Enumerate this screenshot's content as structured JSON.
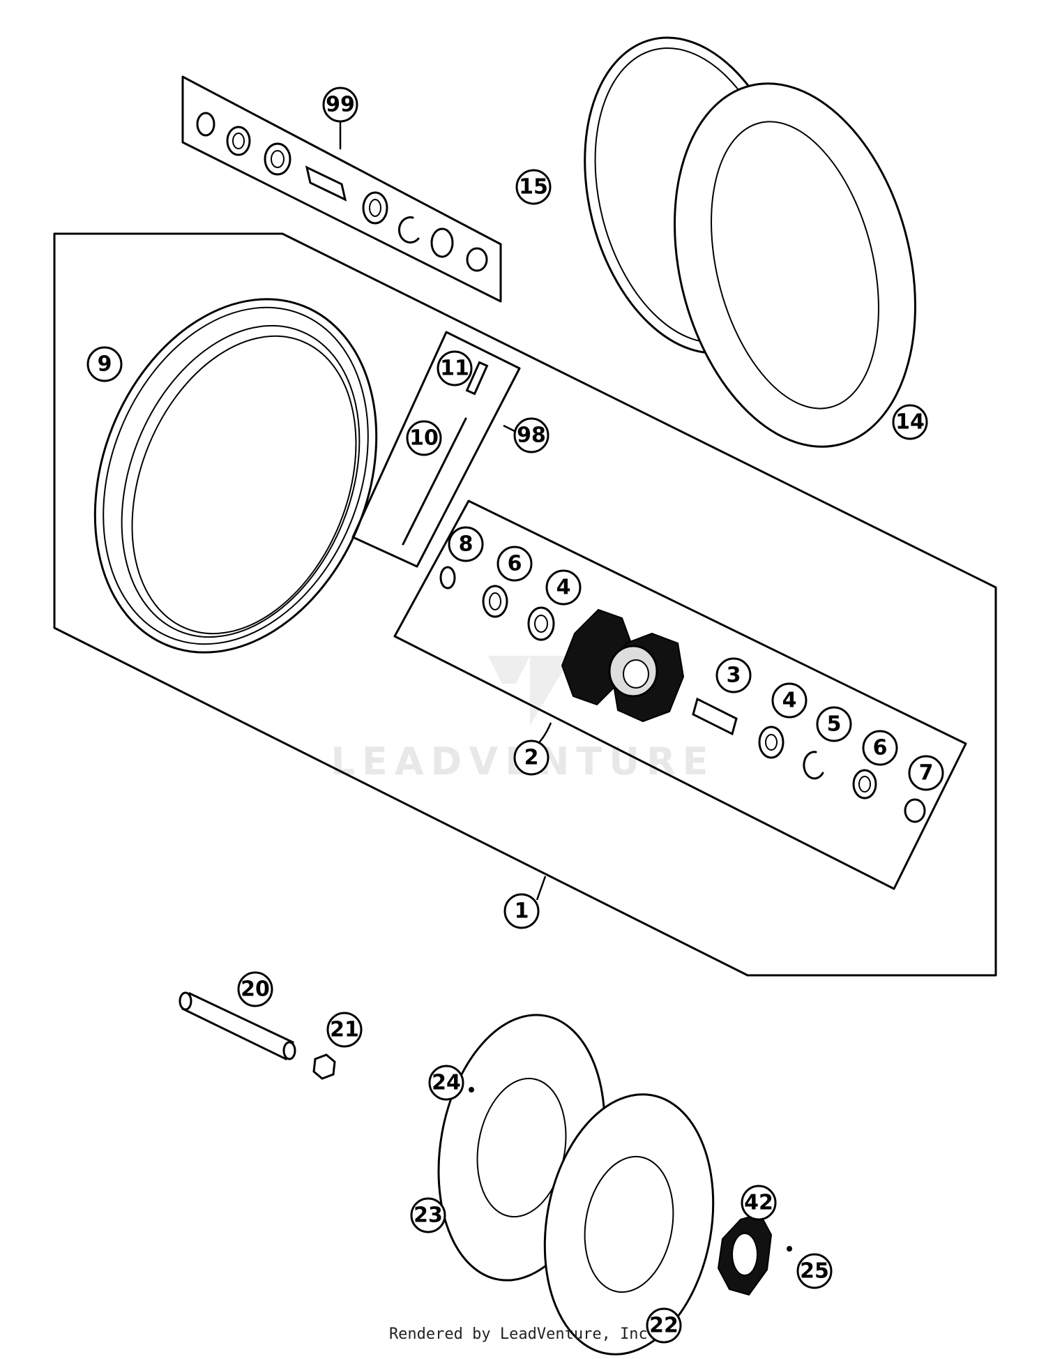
{
  "diagram": {
    "callouts": [
      {
        "id": "c99",
        "label": "99"
      },
      {
        "id": "c15",
        "label": "15"
      },
      {
        "id": "c9",
        "label": "9"
      },
      {
        "id": "c11",
        "label": "11"
      },
      {
        "id": "c98",
        "label": "98"
      },
      {
        "id": "c10",
        "label": "10"
      },
      {
        "id": "c14",
        "label": "14"
      },
      {
        "id": "c8",
        "label": "8"
      },
      {
        "id": "c6a",
        "label": "6"
      },
      {
        "id": "c4a",
        "label": "4"
      },
      {
        "id": "c3",
        "label": "3"
      },
      {
        "id": "c4b",
        "label": "4"
      },
      {
        "id": "c5",
        "label": "5"
      },
      {
        "id": "c6b",
        "label": "6"
      },
      {
        "id": "c7",
        "label": "7"
      },
      {
        "id": "c2",
        "label": "2"
      },
      {
        "id": "c1",
        "label": "1"
      },
      {
        "id": "c20",
        "label": "20"
      },
      {
        "id": "c21",
        "label": "21"
      },
      {
        "id": "c24",
        "label": "24"
      },
      {
        "id": "c23",
        "label": "23"
      },
      {
        "id": "c42",
        "label": "42"
      },
      {
        "id": "c22",
        "label": "22"
      },
      {
        "id": "c25",
        "label": "25"
      }
    ],
    "watermark": "LEADVENTURE"
  },
  "footer": {
    "text": "Rendered by LeadVenture, Inc."
  }
}
